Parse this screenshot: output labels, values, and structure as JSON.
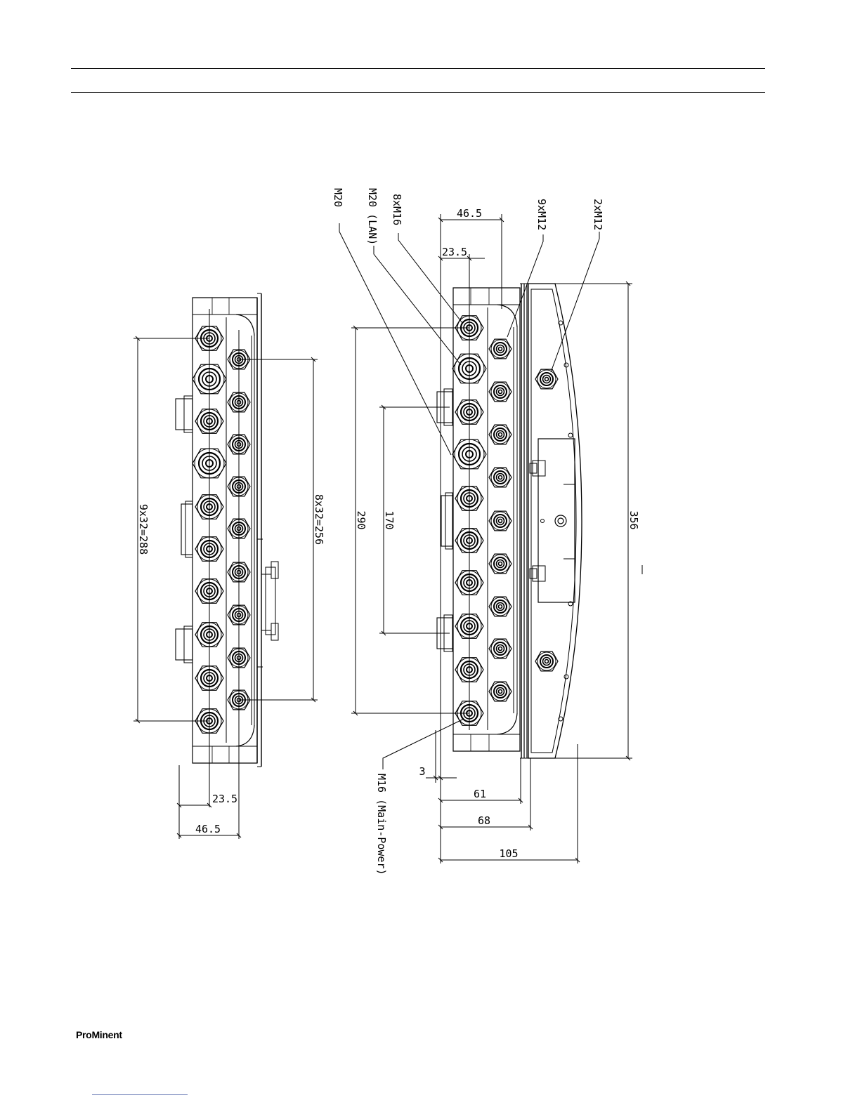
{
  "header": {},
  "drawing": {
    "labels": {
      "m20": "M20",
      "m20_lan": "M20 (LAN)",
      "m16_8x": "8xM16",
      "m12_9x": "9xM12",
      "m12_2x": "2xM12",
      "m16_main": "M16 (Main-Power)"
    },
    "dimensions": {
      "left_pitch_9": "9x32=288",
      "left_pitch_8": "8x32=256",
      "left_offset_small": "23.5",
      "left_offset_large": "46.5",
      "right_offset_small": "23.5",
      "right_offset_large": "46.5",
      "height_290": "290",
      "height_170": "170",
      "height_356": "356",
      "depth_3": "3",
      "depth_61": "61",
      "depth_68": "68",
      "depth_105": "105"
    }
  },
  "footer": {
    "logo_text": "ProMinent"
  }
}
